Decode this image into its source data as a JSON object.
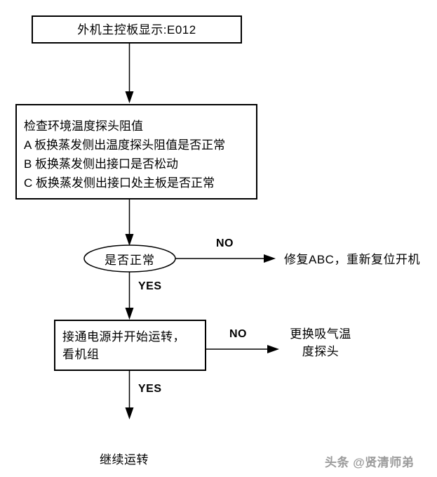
{
  "flowchart": {
    "nodes": {
      "start": {
        "text": "外机主控板显示:E012"
      },
      "check": {
        "title": "检查环境温度探头阻值",
        "items": [
          "A 板换蒸发侧出温度探头阻值是否正常",
          "B 板换蒸发侧出接口是否松动",
          "C 板换蒸发侧出接口处主板是否正常"
        ]
      },
      "decision": {
        "text": "是否正常"
      },
      "run": {
        "line1": "接通电源并开始运转，",
        "line2": "看机组"
      },
      "fix": {
        "text": "修复ABC，重新复位开机"
      },
      "replace": {
        "line1": "更换吸气温",
        "line2": "度探头"
      },
      "end": {
        "text": "继续运转"
      }
    },
    "edge_labels": {
      "no1": "NO",
      "yes1": "YES",
      "no2": "NO",
      "yes2": "YES"
    },
    "colors": {
      "line": "#000000",
      "background": "#ffffff"
    }
  },
  "watermark": {
    "text": "头条 @贤清师弟",
    "color": "#9b9b9b"
  }
}
